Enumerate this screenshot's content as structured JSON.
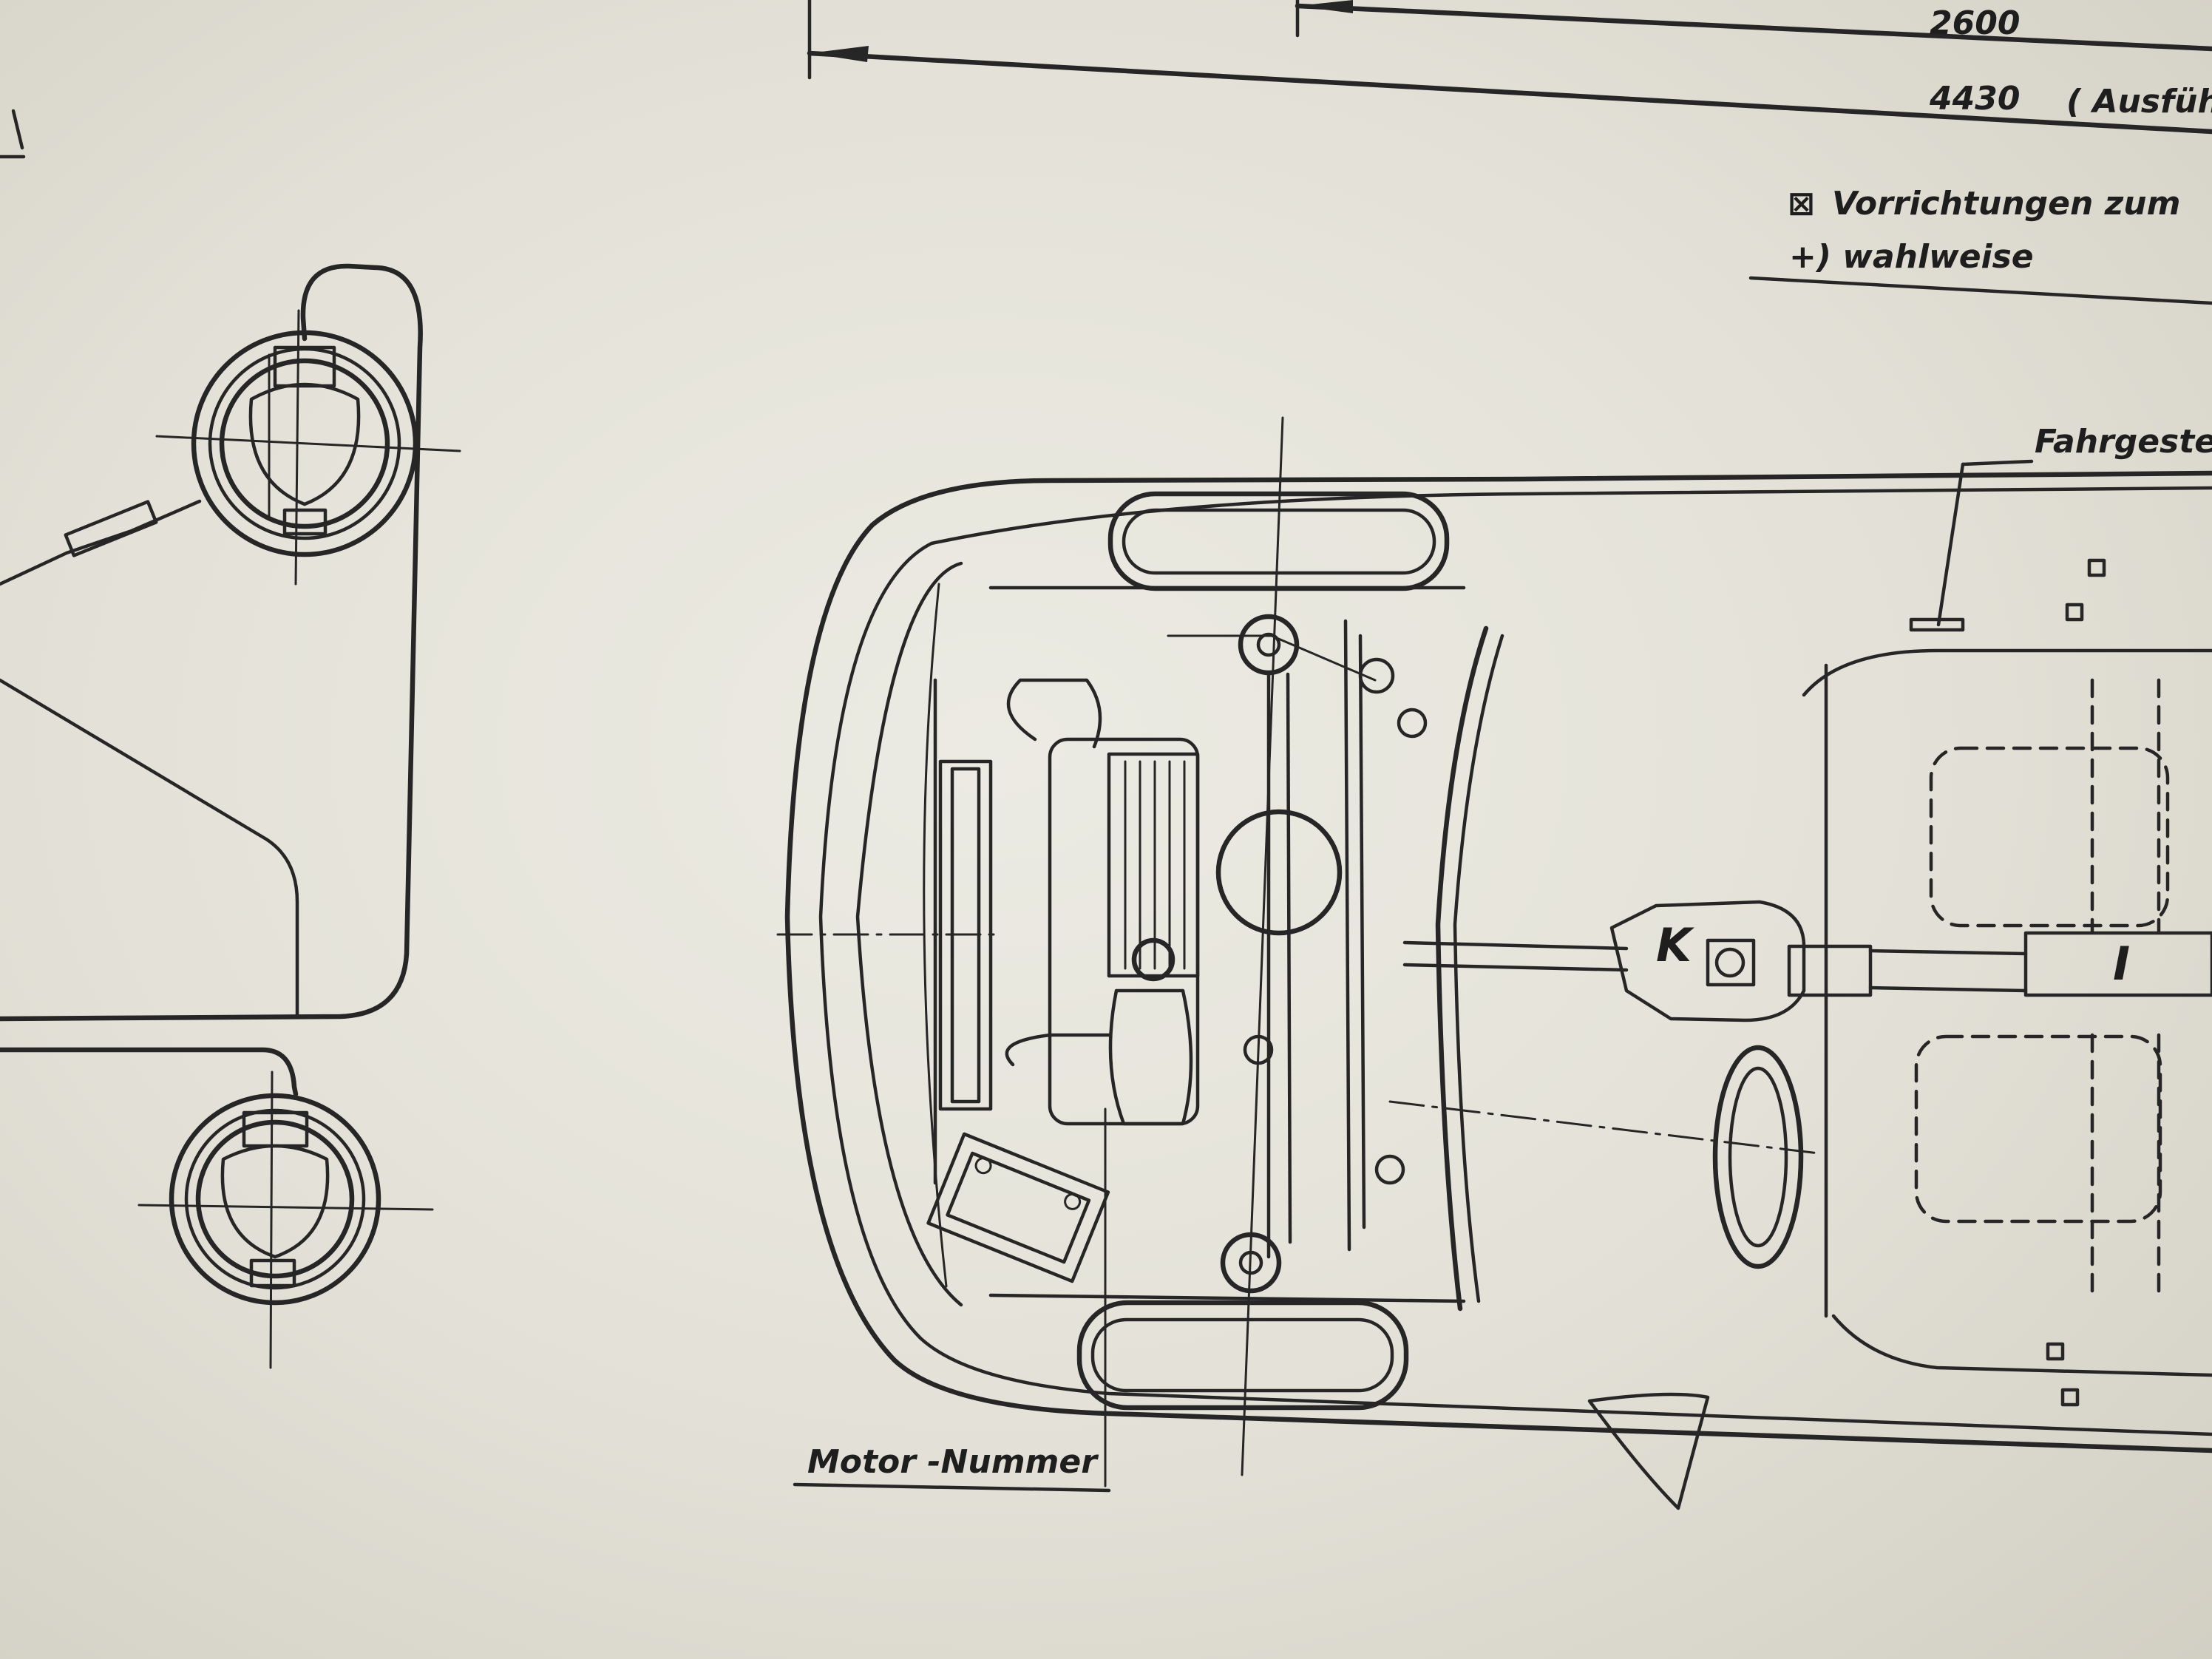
{
  "dimensions": {
    "wheelbase": "2600",
    "overall_length": "4430",
    "overall_length_note": "( Ausfüh"
  },
  "legend": {
    "symbol": "⊠",
    "devices_label": "Vorrichtungen  zum",
    "optional_label": "+) wahlweise"
  },
  "callouts": {
    "chassis": "Fahrgestell",
    "engine_number": "Motor -Nummer",
    "marker_k": "K",
    "marker_i": "I"
  },
  "colors": {
    "paper": "#e6e4da",
    "ink": "#262626"
  }
}
